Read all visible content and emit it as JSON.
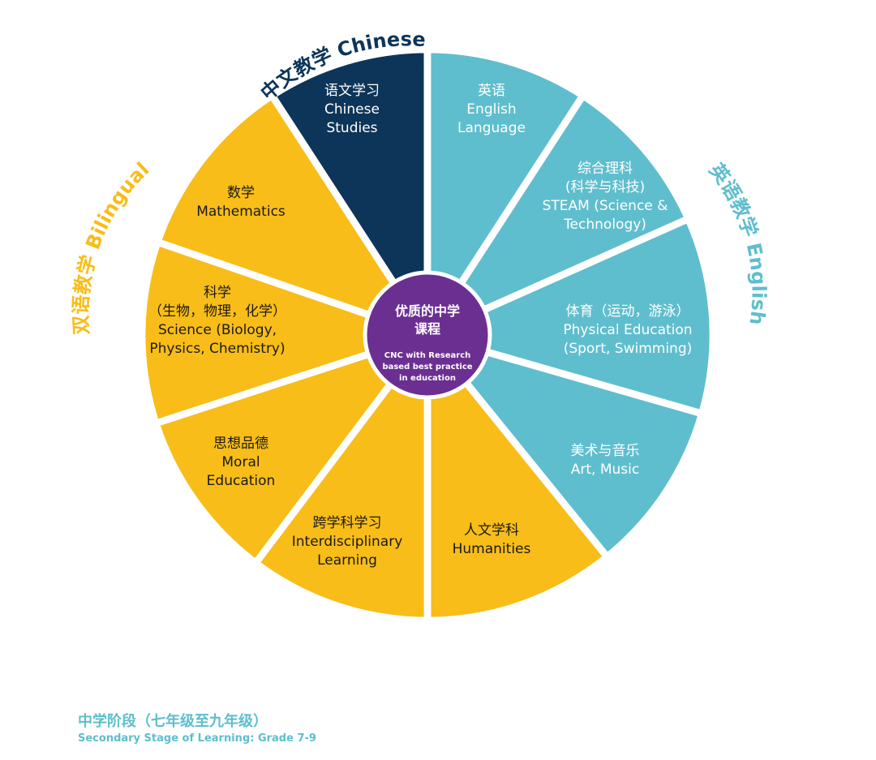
{
  "colors": {
    "chinese": "#0d3559",
    "english": "#5fbecd",
    "bilingual": "#f8bd18",
    "center": "#6b2f92",
    "white": "#ffffff",
    "seg_text_dark": "#1a1a1a",
    "arc_english": "#5fbecd",
    "arc_bilingual": "#f8bd18",
    "arc_chinese": "#0d3559",
    "footer": "#5fbecd"
  },
  "groups": {
    "chinese": "中文教学 Chinese",
    "english": "英语教学 English",
    "bilingual": "双语教学 Bilingual"
  },
  "center": {
    "title_line1": "优质的中学",
    "title_line2": "课程",
    "sub_line1": "CNC with Research",
    "sub_line2": "based best practice",
    "sub_line3": "in education"
  },
  "segments": [
    {
      "group": "chinese",
      "lines": [
        "语文学习",
        "Chinese",
        "Studies"
      ]
    },
    {
      "group": "english",
      "lines": [
        "英语",
        "English",
        "Language"
      ]
    },
    {
      "group": "english",
      "lines": [
        "综合理科",
        "(科学与科技)",
        "STEAM (Science &",
        "Technology)"
      ]
    },
    {
      "group": "english",
      "lines": [
        "体育（运动，游泳）",
        "Physical Education",
        "(Sport, Swimming)"
      ]
    },
    {
      "group": "english",
      "lines": [
        "美术与音乐",
        "Art, Music"
      ]
    },
    {
      "group": "bilingual",
      "lines": [
        "人文学科",
        "Humanities"
      ]
    },
    {
      "group": "bilingual",
      "lines": [
        "跨学科学习",
        "Interdisciplinary",
        "Learning"
      ]
    },
    {
      "group": "bilingual",
      "lines": [
        "思想品德",
        "Moral",
        "Education"
      ]
    },
    {
      "group": "bilingual",
      "lines": [
        "科学",
        "（生物，物理，化学）",
        "Science (Biology,",
        "Physics, Chemistry)"
      ]
    },
    {
      "group": "bilingual",
      "lines": [
        "数学",
        "Mathematics"
      ]
    }
  ],
  "footer": {
    "title": "中学阶段（七年级至九年级）",
    "subtitle": "Secondary Stage of Learning: Grade 7-9"
  }
}
